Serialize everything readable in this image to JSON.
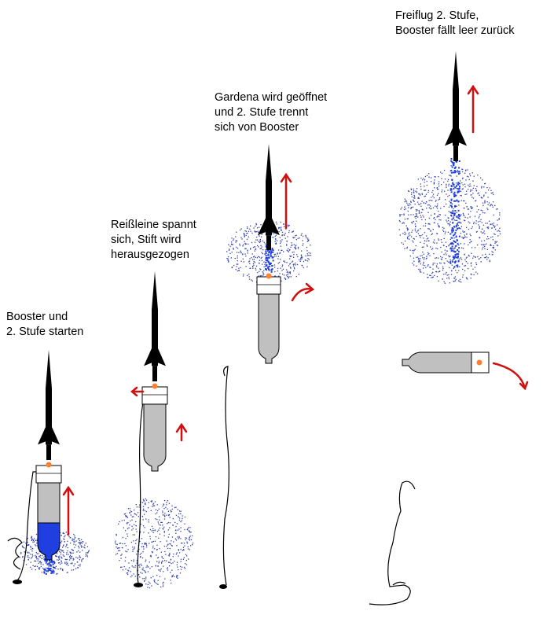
{
  "captions": {
    "stage1": {
      "line1": "Booster und",
      "line2": "2. Stufe starten"
    },
    "stage2": {
      "line1": "Reißleine spannt",
      "line2": "sich, Stift wird",
      "line3": "herausgezogen"
    },
    "stage3": {
      "line1": "Gardena wird geöffnet",
      "line2": "und 2. Stufe trennt",
      "line3": "sich von Booster"
    },
    "stage4": {
      "line1": "Freiflug 2. Stufe,",
      "line2": "Booster fällt leer zurück"
    }
  },
  "colors": {
    "rocket": "#000000",
    "booster": "#c0c0c0",
    "water": "#1f3fe0",
    "spray": "#3040b0",
    "arrow": "#d01010",
    "pin": "#ff8030"
  }
}
